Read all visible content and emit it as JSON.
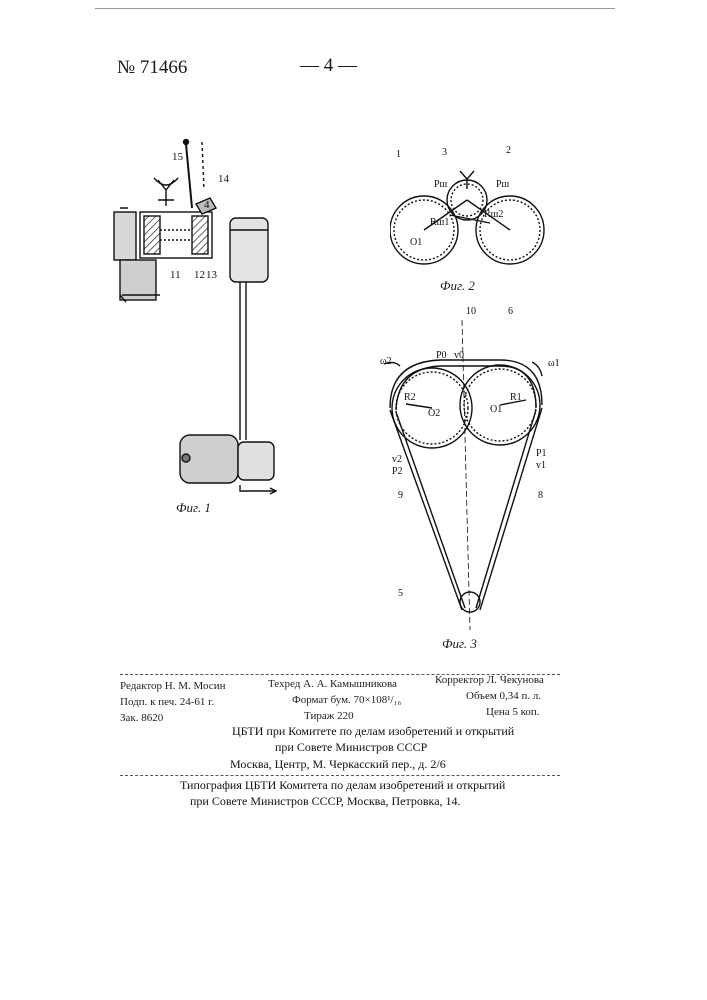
{
  "header": {
    "patent_number": "№ 71466",
    "page_number": "— 4 —"
  },
  "figures": {
    "fig1": {
      "caption": "Фиг. 1",
      "labels": [
        "15",
        "4",
        "14",
        "11",
        "12",
        "13"
      ]
    },
    "fig2": {
      "caption": "Фиг. 2",
      "labels": [
        "1",
        "3",
        "2",
        "Pш",
        "Pш",
        "Rш1",
        "Rш2",
        "O1"
      ]
    },
    "fig3": {
      "caption": "Фиг. 3",
      "labels": [
        "10",
        "6",
        "ω2",
        "ω1",
        "P0",
        "v0",
        "R2",
        "O2",
        "O1",
        "R1",
        "v2",
        "P2",
        "P1",
        "v1",
        "9",
        "8",
        "5"
      ]
    }
  },
  "imprint": {
    "editor": "Редактор Н. М. Мосин",
    "techred": "Техред А. А. Камышникова",
    "corrector": "Корректор Л. Чекунова",
    "signed": "Подп. к печ. 24-61 г.",
    "format": "Формат бум. 70×108¹/₁₆",
    "volume": "Объем 0,34 п. л.",
    "order": "Зак. 8620",
    "circulation": "Тираж 220",
    "price": "Цена 5 коп.",
    "org_line1": "ЦБТИ при Комитете по делам изобретений и открытий",
    "org_line2": "при Совете Министров СССР",
    "org_address": "Москва, Центр, М. Черкасский пер., д. 2/6",
    "print_line1": "Типография ЦБТИ Комитета по делам изобретений и открытий",
    "print_line2": "при Совете Министров СССР, Москва, Петровка, 14."
  }
}
